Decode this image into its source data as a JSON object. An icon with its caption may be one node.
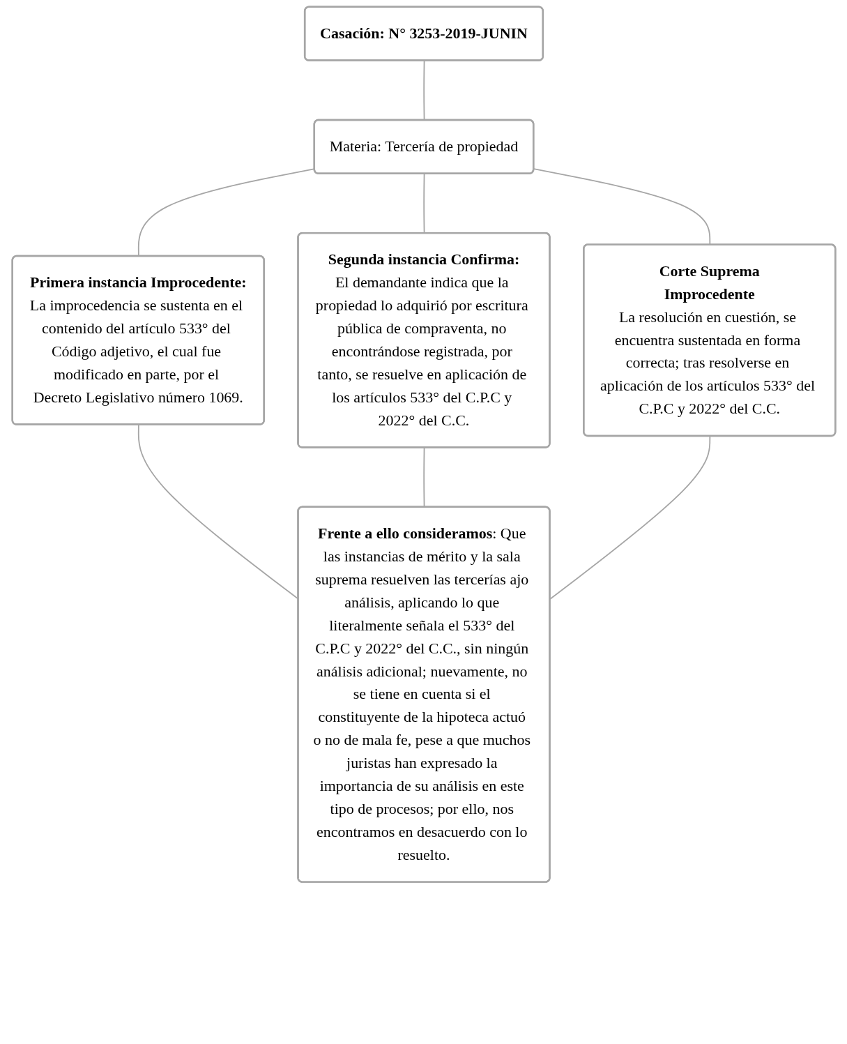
{
  "diagram": {
    "nodes": [
      {
        "text": [
          "Casación: N° 3253-2019-JUNIN"
        ]
      },
      {
        "text": [
          "Materia: Tercería de propiedad"
        ]
      },
      {
        "text": [
          "Primera instancia Improcedente:",
          "La improcedencia se sustenta en el contenido del artículo 533° del Código adjetivo, el cual fue modificado en parte, por el Decreto Legislativo número 1069."
        ]
      },
      {
        "text": [
          "Segunda instancia Confirma:",
          "El demandante indica que la propiedad lo adquirió por escritura pública de compraventa, no encontrándose registrada, por tanto, se resuelve en aplicación de los artículos 533° del C.P.C y 2022° del C.C."
        ]
      },
      {
        "text": [
          "Corte Suprema",
          "Improcedente",
          "La resolución en cuestión, se encuentra sustentada en forma correcta; tras resolverse en aplicación de los artículos 533° del C.P.C y 2022° del C.C."
        ]
      },
      {
        "text": [
          "**Frente a ello consideramos**: Que las instancias de mérito y la sala suprema resuelven las tercerías ajo análisis, aplicando lo que literalmente señala el 533° del C.P.C y 2022° del C.C., sin ningún análisis adicional; nuevamente, no se tiene en cuenta si el constituyente de la hipoteca actuó o no de mala fe, pese a que muchos juristas han expresado la importancia de su análisis en este tipo de procesos; por ello, nos encontramos en desacuerdo con lo resuelto."
        ]
      }
    ],
    "edges": [
      {
        "from": 0,
        "to": 1,
        "arrow": "none"
      },
      {
        "from": 1,
        "to": 2,
        "arrow": "none"
      },
      {
        "from": 1,
        "to": 3,
        "arrow": "none"
      },
      {
        "from": 1,
        "to": 4,
        "arrow": "none"
      },
      {
        "from": 2,
        "to": 5,
        "arrow": "none"
      },
      {
        "from": 3,
        "to": 5,
        "arrow": "none"
      },
      {
        "from": 4,
        "to": 5,
        "arrow": "none"
      }
    ]
  }
}
